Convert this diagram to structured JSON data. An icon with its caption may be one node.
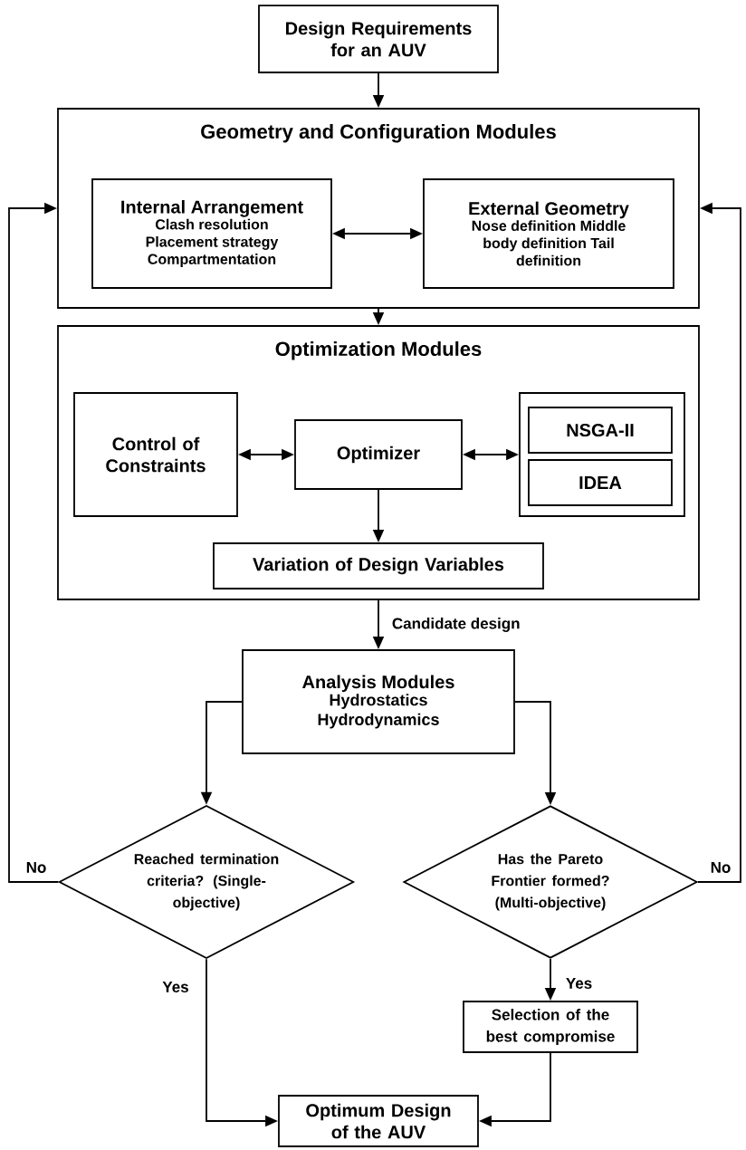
{
  "diagram": {
    "nodes": [
      {
        "text": [
          "Design Requirements for an AUV"
        ]
      },
      {
        "text": [
          "Geometry and Configuration Modules"
        ]
      },
      {
        "text": [
          "Internal Arrangement",
          "Clash resolution Placement strategy Compartmentation"
        ],
        "in": 1
      },
      {
        "text": [
          "External Geometry",
          "Nose definition Middle body definition Tail definition"
        ],
        "in": 1
      },
      {
        "text": [
          "Optimization Modules"
        ]
      },
      {
        "text": [
          "Control of Constraints"
        ],
        "in": 4
      },
      {
        "text": [
          "Optimizer"
        ],
        "in": 4
      },
      {
        "text": [],
        "shape": "box",
        "in": 4
      },
      {
        "text": [
          "NSGA-II"
        ],
        "in": 7
      },
      {
        "text": [
          "IDEA"
        ],
        "in": 7
      },
      {
        "text": [
          "Variation of Design Variables"
        ],
        "in": 4
      },
      {
        "text": [
          "Analysis Modules",
          "Hydrostatics Hydrodynamics"
        ]
      },
      {
        "text": [
          "Reached termination criteria? (Single-objective)"
        ]
      },
      {
        "text": [
          "Has the Pareto Frontier formed? (Multi-objective)"
        ]
      },
      {
        "text": [
          "Selection of the best compromise"
        ]
      },
      {
        "text": [
          "Optimum Design of the AUV"
        ]
      }
    ],
    "edges": [
      {
        "from": 0,
        "to": 1,
        "arrow": "to"
      },
      {
        "from": 2,
        "to": 3,
        "arrow": "both"
      },
      {
        "from": 1,
        "to": 4,
        "arrow": "to"
      },
      {
        "from": 5,
        "to": 6,
        "arrow": "both"
      },
      {
        "from": 6,
        "to": 7,
        "arrow": "both"
      },
      {
        "from": 6,
        "to": 10,
        "arrow": "to"
      },
      {
        "from": 4,
        "to": 11,
        "arrow": "to",
        "label": "Candidate design"
      },
      {
        "from": 11,
        "to": 12,
        "arrow": "to"
      },
      {
        "from": 11,
        "to": 13,
        "arrow": "to"
      },
      {
        "from": 12,
        "to": 1,
        "arrow": "to",
        "label": "No"
      },
      {
        "from": 13,
        "to": 1,
        "arrow": "to",
        "label": "No"
      },
      {
        "from": 12,
        "to": 15,
        "arrow": "to",
        "label": "Yes"
      },
      {
        "from": 13,
        "to": 14,
        "arrow": "to",
        "label": "Yes"
      },
      {
        "from": 14,
        "to": 15,
        "arrow": "to"
      }
    ]
  }
}
